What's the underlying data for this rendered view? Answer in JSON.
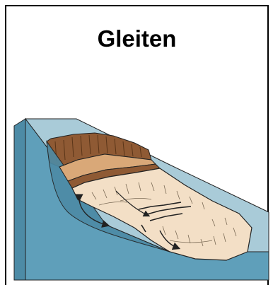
{
  "title": "Gleiten",
  "colors": {
    "slope_top": "#a9cbd8",
    "slope_side": "#5f9fba",
    "scarp": "#8f5a34",
    "sliding_mass": "#f3dfc6",
    "layer_band": "#d9a878",
    "outline": "#222222"
  },
  "illustration": {
    "icon": "rotational-landslide-block-diagram",
    "arrows": [
      "rotation-arrow",
      "slip-arrow",
      "toe-arrow"
    ]
  }
}
